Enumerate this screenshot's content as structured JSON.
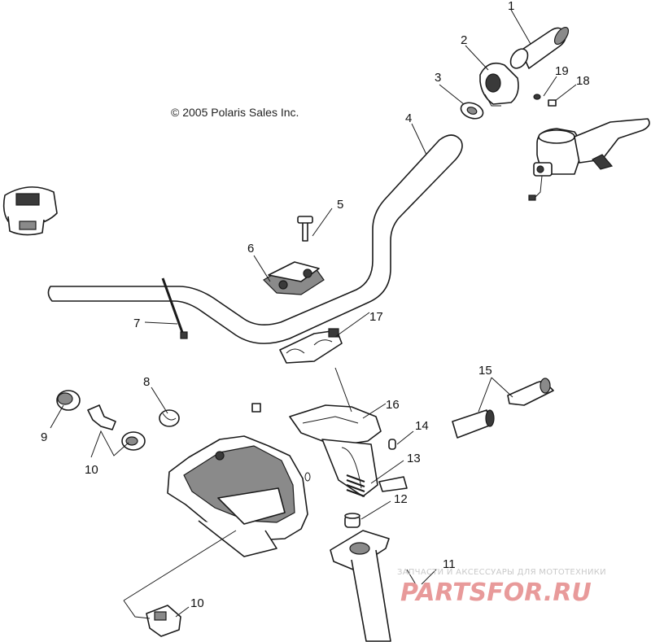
{
  "copyright": "© 2005 Polaris Sales Inc.",
  "watermark": {
    "tagline": "ЗАПЧАСТИ И АКСЕССУАРЫ ДЛЯ МОТОТЕХНИКИ",
    "logo": "PARTSFOR.RU",
    "color": "#e89a9a"
  },
  "callouts": {
    "c1": "1",
    "c2": "2",
    "c3": "3",
    "c4": "4",
    "c5": "5",
    "c6": "6",
    "c7": "7",
    "c8": "8",
    "c9": "9",
    "c10a": "10",
    "c10b": "10",
    "c11": "11",
    "c12": "12",
    "c13": "13",
    "c14": "14",
    "c15": "15",
    "c16": "16",
    "c17": "17",
    "c18": "18",
    "c19": "19"
  }
}
